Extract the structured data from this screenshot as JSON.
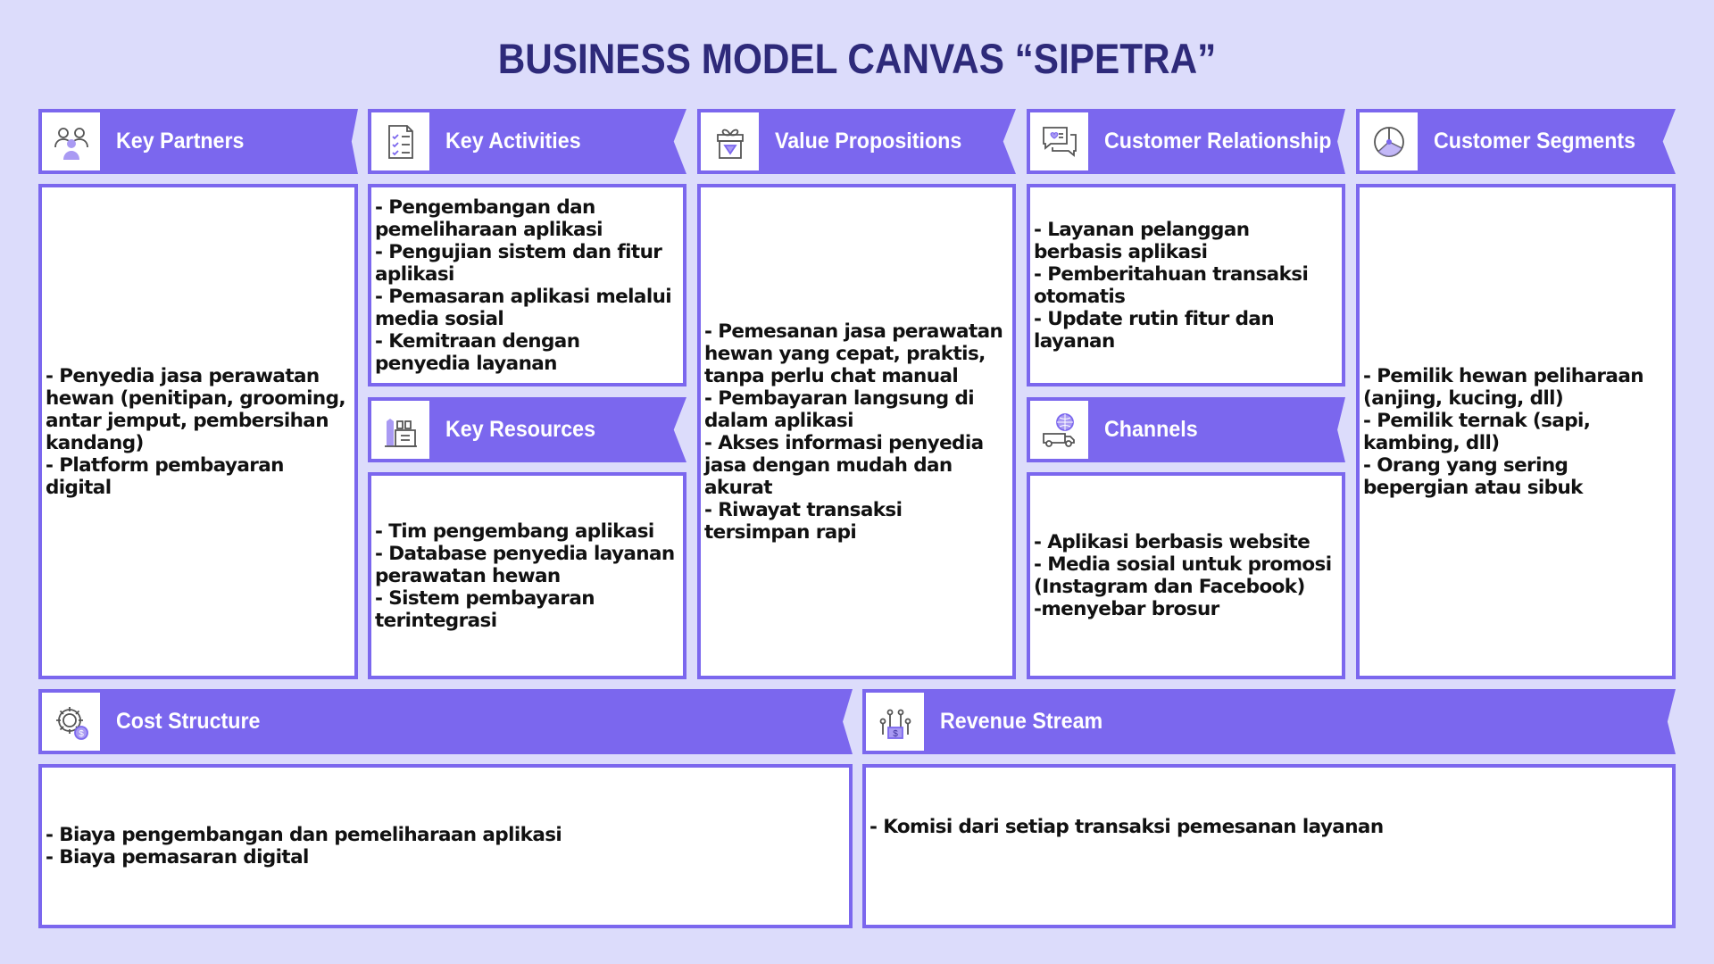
{
  "title": "BUSINESS MODEL CANVAS “SIPETRA”",
  "colors": {
    "accent": "#7b67ee",
    "background": "#dcdcfb",
    "title": "#2e2a7a"
  },
  "blocks": {
    "key_partners": {
      "label": "Key Partners",
      "icon": "partners-icon",
      "text": "- Penyedia jasa perawatan hewan (penitipan, grooming, antar jemput, pembersihan kandang)\n- Platform pembayaran digital"
    },
    "key_activities": {
      "label": "Key Activities",
      "icon": "checklist-icon",
      "text": "- Pengembangan dan pemeliharaan aplikasi\n- Pengujian sistem dan fitur aplikasi\n- Pemasaran aplikasi melalui media sosial\n- Kemitraan dengan penyedia layanan"
    },
    "key_resources": {
      "label": "Key Resources",
      "icon": "factory-icon",
      "text": "- Tim pengembang aplikasi\n - Database penyedia layanan perawatan hewan\n - Sistem pembayaran terintegrasi"
    },
    "value_propositions": {
      "label": "Value Propositions",
      "icon": "gift-diamond-icon",
      "text": "- Pemesanan jasa perawatan hewan yang cepat, praktis, tanpa perlu chat manual\n- Pembayaran langsung di dalam aplikasi\n- Akses informasi penyedia jasa dengan mudah dan akurat\n- Riwayat transaksi tersimpan rapi"
    },
    "customer_relationship": {
      "label": "Customer Relationship",
      "icon": "chat-bubbles-icon",
      "text": "- Layanan pelanggan berbasis aplikasi\n- Pemberitahuan transaksi otomatis\n- Update rutin fitur dan layanan"
    },
    "channels": {
      "label": "Channels",
      "icon": "globe-truck-icon",
      "text": "- Aplikasi berbasis website\n- Media sosial untuk promosi (Instagram dan Facebook)\n-menyebar brosur"
    },
    "customer_segments": {
      "label": "Customer Segments",
      "icon": "pie-chart-icon",
      "text": "- Pemilik hewan peliharaan (anjing, kucing, dll)\n- Pemilik ternak (sapi, kambing, dll)\n- Orang yang sering bepergian atau sibuk"
    },
    "cost_structure": {
      "label": "Cost Structure",
      "icon": "gear-dollar-icon",
      "text": "- Biaya pengembangan dan pemeliharaan aplikasi\n- Biaya pemasaran digital"
    },
    "revenue_stream": {
      "label": "Revenue Stream",
      "icon": "money-flow-icon",
      "text": "- Komisi dari setiap transaksi pemesanan layanan"
    }
  }
}
